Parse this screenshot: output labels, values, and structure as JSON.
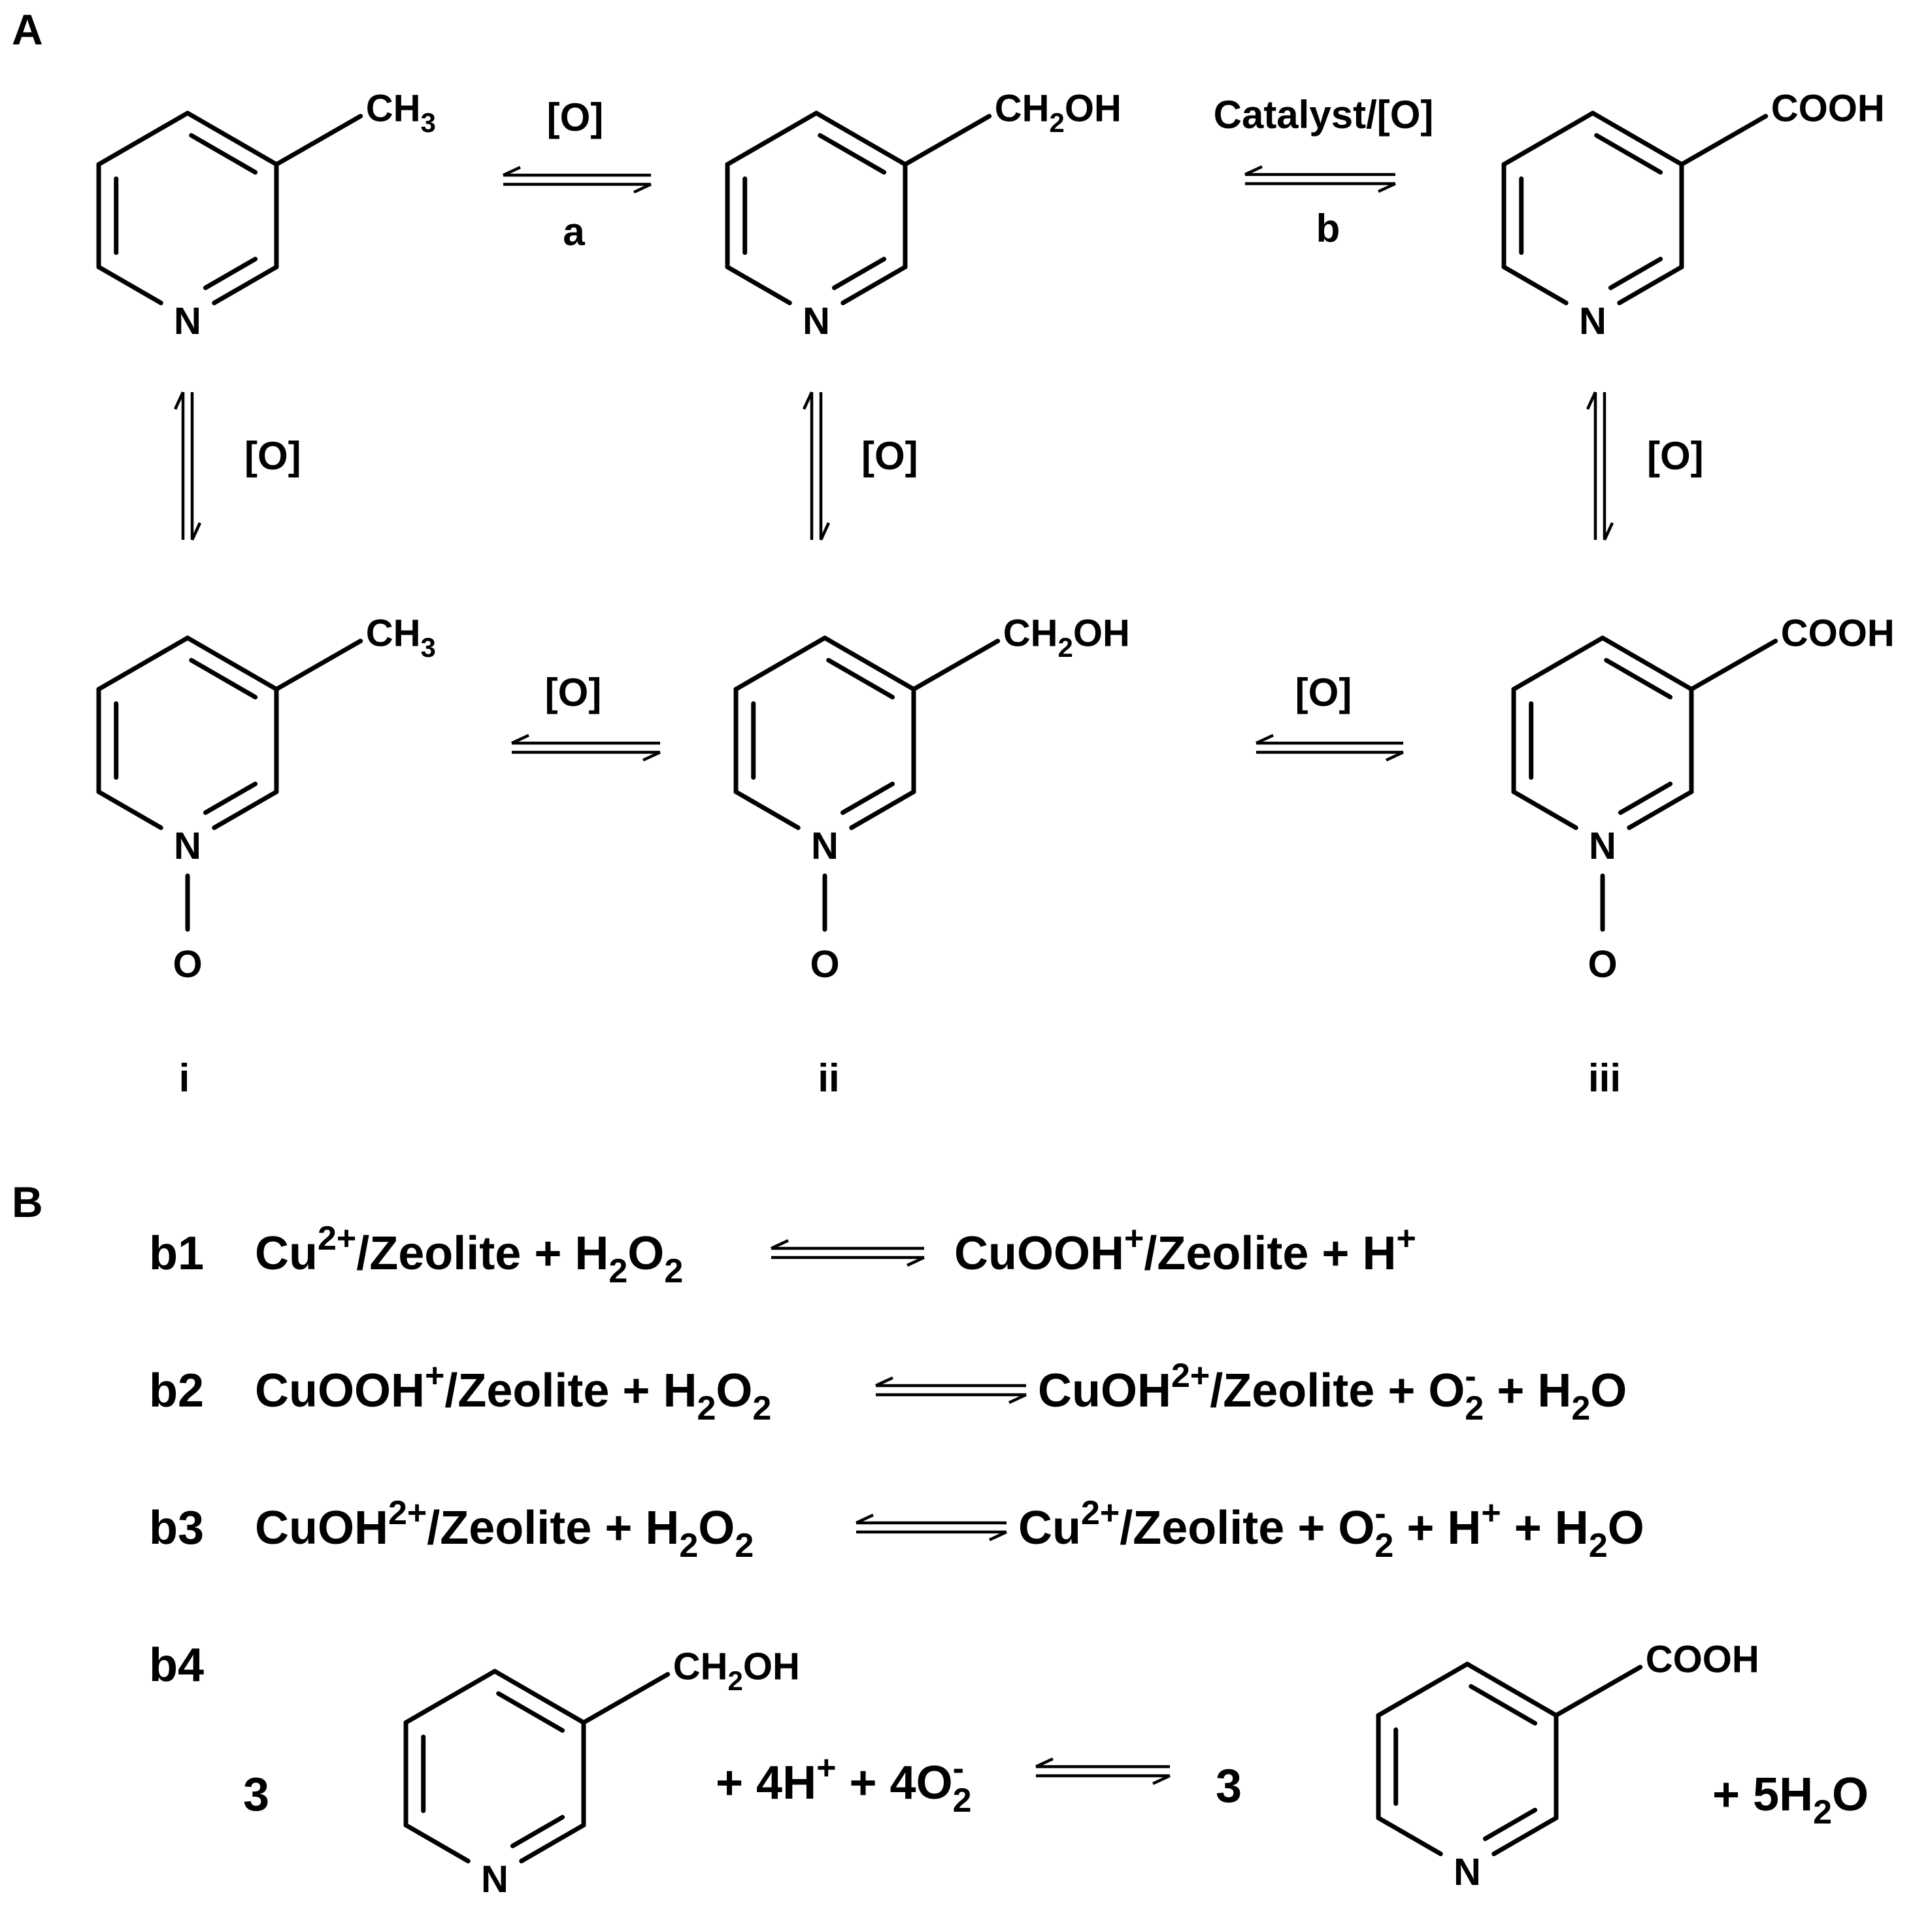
{
  "panels": {
    "a": "A",
    "b": "B"
  },
  "atoms": {
    "n": "N",
    "o": "O"
  },
  "substituents": {
    "methyl": [
      "CH",
      "3"
    ],
    "hydroxymethyl": [
      "CH",
      "2",
      "OH"
    ],
    "carboxyl": "COOH"
  },
  "conditions": {
    "oxidant": "[O]",
    "catalyst_oxidant": "Catalyst/[O]",
    "step_a": "a",
    "step_b": "b"
  },
  "compound_labels": {
    "i": "i",
    "ii": "ii",
    "iii": "iii"
  },
  "equations": {
    "b1": {
      "id": "b1",
      "left": [
        [
          "Cu",
          ""
        ],
        [
          "2+",
          "sup"
        ],
        [
          "/Zeolite + H",
          ""
        ],
        [
          "2",
          "sub"
        ],
        [
          "O",
          ""
        ],
        [
          "2",
          "sub"
        ]
      ],
      "right": [
        [
          "CuOOH",
          ""
        ],
        [
          "+",
          "sup"
        ],
        [
          "/Zeolite + H",
          ""
        ],
        [
          "+",
          "sup"
        ]
      ]
    },
    "b2": {
      "id": "b2",
      "left": [
        [
          "CuOOH",
          ""
        ],
        [
          "+",
          "sup"
        ],
        [
          "/Zeolite + H",
          ""
        ],
        [
          "2",
          "sub"
        ],
        [
          "O",
          ""
        ],
        [
          "2",
          "sub"
        ]
      ],
      "right": [
        [
          "CuOH",
          ""
        ],
        [
          "2+",
          "sup"
        ],
        [
          "/Zeolite + O",
          ""
        ],
        [
          "-",
          "supsub"
        ],
        [
          "2",
          "sub"
        ],
        [
          " + H",
          ""
        ],
        [
          "2",
          "sub"
        ],
        [
          "O",
          ""
        ]
      ]
    },
    "b3": {
      "id": "b3",
      "left": [
        [
          "CuOH",
          ""
        ],
        [
          "2+",
          "sup"
        ],
        [
          "/Zeolite + H",
          ""
        ],
        [
          "2",
          "sub"
        ],
        [
          "O",
          ""
        ],
        [
          "2",
          "sub"
        ]
      ],
      "right": [
        [
          "Cu",
          ""
        ],
        [
          "2+",
          "sup"
        ],
        [
          "/Zeolite + O",
          ""
        ],
        [
          "-",
          "supsub"
        ],
        [
          "2",
          "sub"
        ],
        [
          " + H",
          ""
        ],
        [
          "+",
          "sup"
        ],
        [
          " + H",
          ""
        ],
        [
          "2",
          "sub"
        ],
        [
          "O",
          ""
        ]
      ]
    },
    "b4": {
      "id": "b4",
      "coef_left": "3",
      "middle": [
        [
          "+ 4H",
          ""
        ],
        [
          "+",
          "sup"
        ],
        [
          " + 4O",
          ""
        ],
        [
          "-",
          "supsub"
        ],
        [
          "2",
          "sub"
        ]
      ],
      "coef_right": "3",
      "tail": [
        [
          "+ 5H",
          ""
        ],
        [
          "2",
          "sub"
        ],
        [
          "O",
          ""
        ]
      ]
    }
  }
}
